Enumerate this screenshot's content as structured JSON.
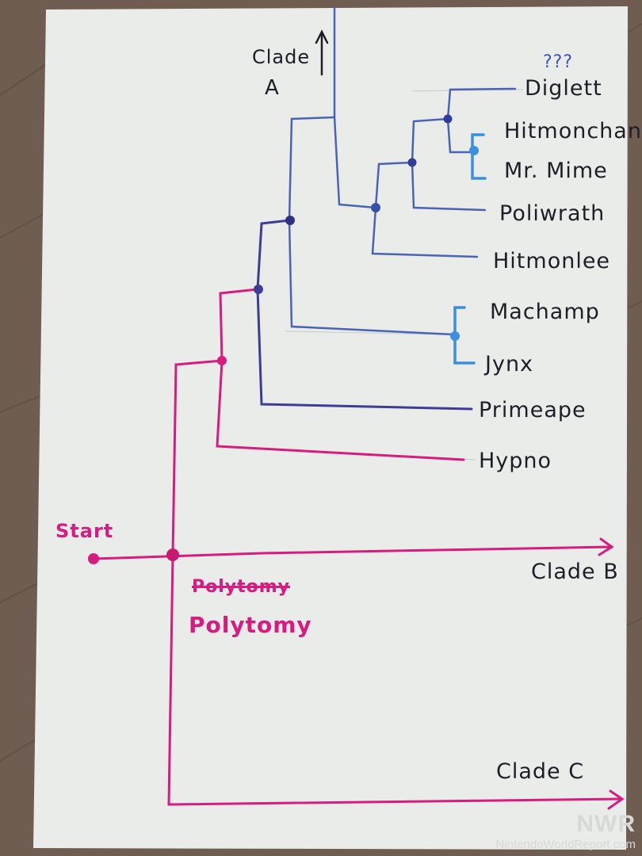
{
  "diagram": {
    "clade_a_label_1": "Clade",
    "clade_a_label_2": "A",
    "question_marks": "???",
    "leaves": [
      "Diglett",
      "Hitmonchan",
      "Mr. Mime",
      "Poliwrath",
      "Hitmonlee",
      "Machamp",
      "Jynx",
      "Primeape",
      "Hypno"
    ],
    "start_label": "Start",
    "clade_b_label": "Clade B",
    "struck_label": "Polytomy",
    "polytomy_label": "Polytomy",
    "clade_c_label": "Clade C"
  },
  "colors": {
    "paper": "#e9ece8",
    "pink": "#d81b7e",
    "dark_blue": "#3d3d99",
    "mid_blue": "#4a63b8",
    "light_blue": "#3b8fdd",
    "ink": "#1e1e28"
  },
  "watermark": {
    "logo": "NWR",
    "site": "NintendoWorldReport.com"
  }
}
